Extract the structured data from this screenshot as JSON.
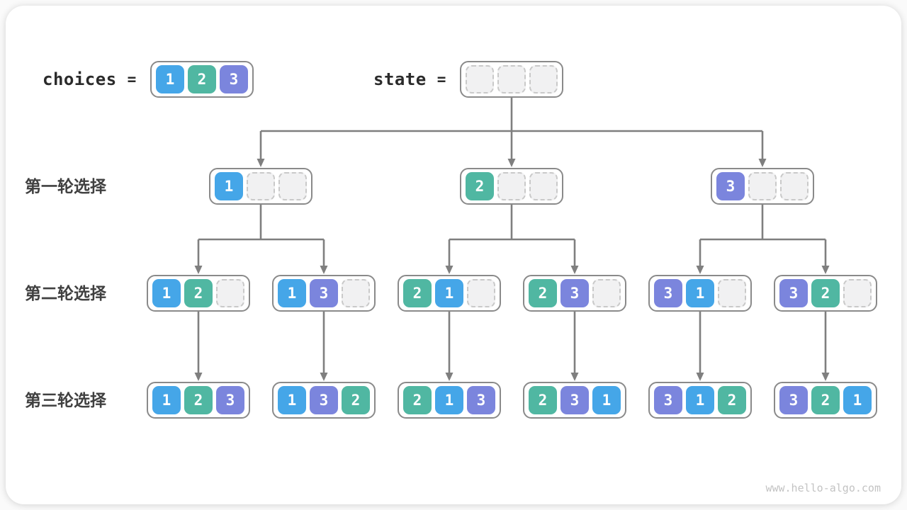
{
  "header": {
    "choices_label": "choices",
    "choices_equals": "=",
    "state_label": "state",
    "state_equals": "="
  },
  "choices": [
    "1",
    "2",
    "3"
  ],
  "state": [
    "",
    "",
    ""
  ],
  "row_labels": {
    "round1": "第一轮选择",
    "round2": "第二轮选择",
    "round3": "第三轮选择"
  },
  "tree": {
    "level1": [
      [
        "1",
        "",
        ""
      ],
      [
        "2",
        "",
        ""
      ],
      [
        "3",
        "",
        ""
      ]
    ],
    "level2": [
      [
        "1",
        "2",
        ""
      ],
      [
        "1",
        "3",
        ""
      ],
      [
        "2",
        "1",
        ""
      ],
      [
        "2",
        "3",
        ""
      ],
      [
        "3",
        "1",
        ""
      ],
      [
        "3",
        "2",
        ""
      ]
    ],
    "level3": [
      [
        "1",
        "2",
        "3"
      ],
      [
        "1",
        "3",
        "2"
      ],
      [
        "2",
        "1",
        "3"
      ],
      [
        "2",
        "3",
        "1"
      ],
      [
        "3",
        "1",
        "2"
      ],
      [
        "3",
        "2",
        "1"
      ]
    ]
  },
  "colors": {
    "value1": "#45a6e8",
    "value2": "#50b7a2",
    "value3": "#7b85dd",
    "empty_cell": "#f1f1f2",
    "empty_border": "#c9c9c9",
    "box_border": "#8a8a8a",
    "arrow": "#7f7f7f"
  },
  "watermark": "www.hello-algo.com"
}
